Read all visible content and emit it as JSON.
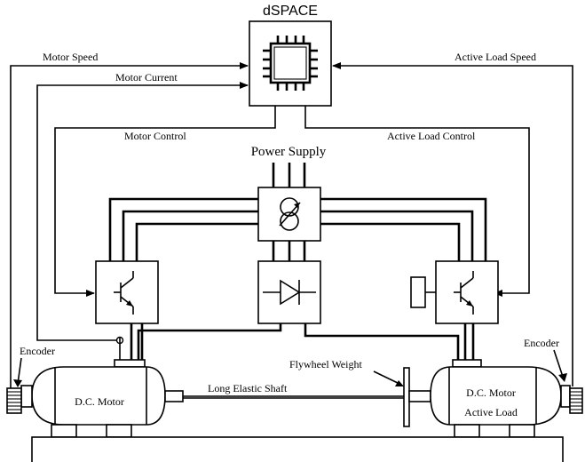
{
  "controller": {
    "title": "dSPACE"
  },
  "signals": {
    "motor_speed": "Motor Speed",
    "motor_current": "Motor Current",
    "active_load_speed": "Active Load Speed",
    "motor_control": "Motor Control",
    "active_load_control": "Active Load Control"
  },
  "power": {
    "title": "Power Supply"
  },
  "mechanics": {
    "encoder_left": "Encoder",
    "encoder_right": "Encoder",
    "flywheel": "Flywheel Weight",
    "shaft": "Long Elastic Shaft"
  },
  "motors": {
    "left": "D.C. Motor",
    "right_line1": "D.C. Motor",
    "right_line2": "Active Load"
  }
}
